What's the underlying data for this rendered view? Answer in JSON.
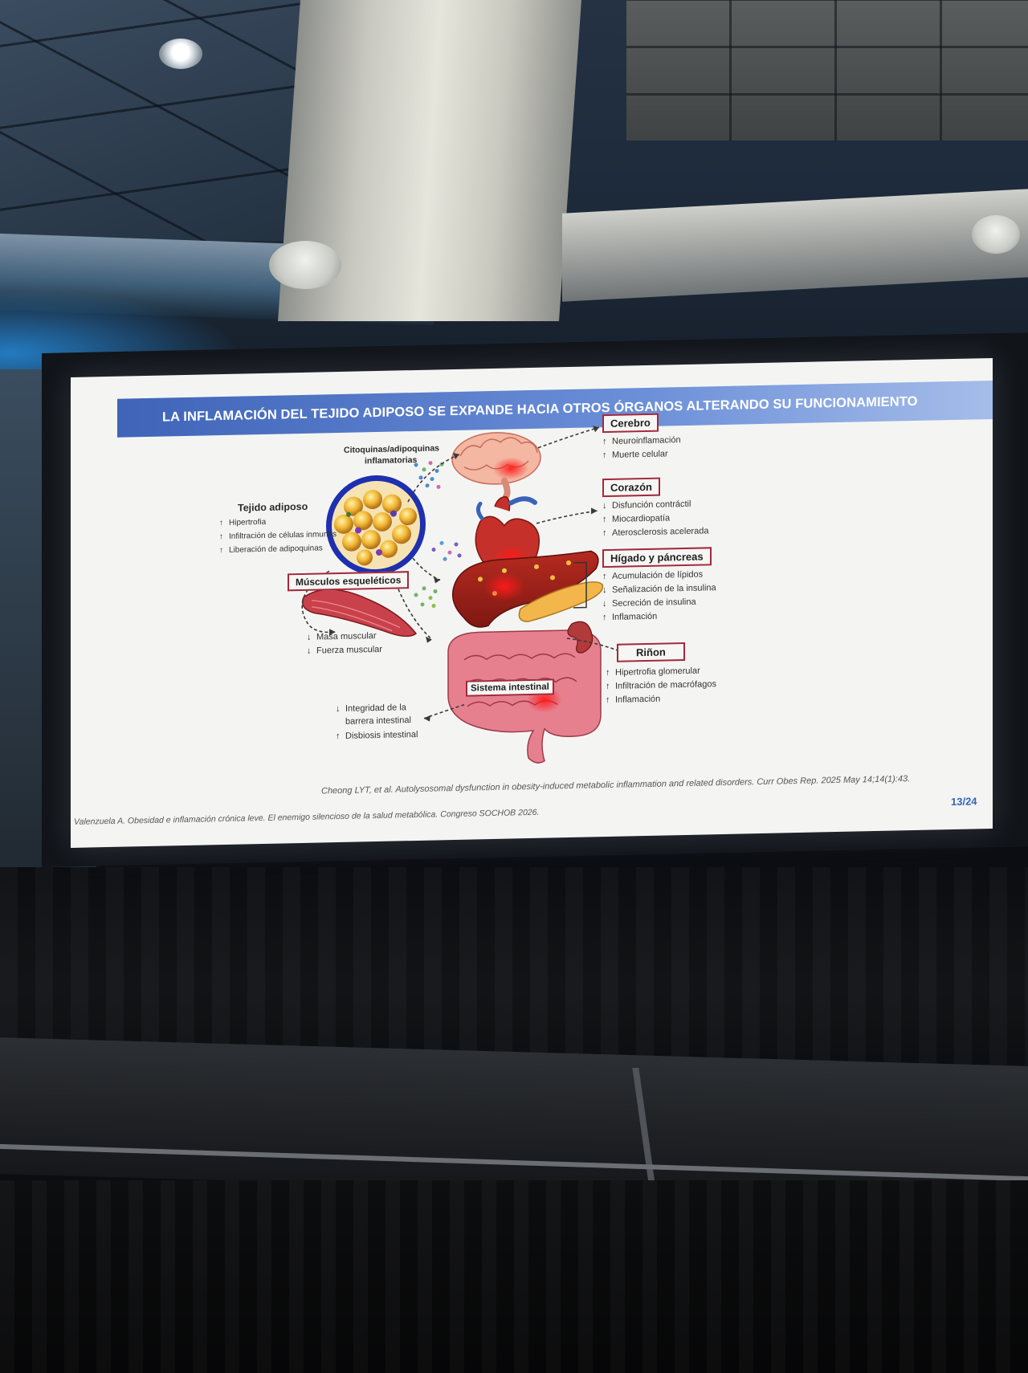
{
  "slide": {
    "title": "LA INFLAMACIÓN DEL TEJIDO ADIPOSO SE EXPANDE HACIA OTROS ÓRGANOS ALTERANDO SU FUNCIONAMIENTO",
    "cytokines_label_1": "Citoquinas/adipoquinas",
    "cytokines_label_2": "inflamatorias",
    "adipose": {
      "title": "Tejido adiposo",
      "items": [
        {
          "arrow": "↑",
          "text": "Hipertrofia"
        },
        {
          "arrow": "↑",
          "text": "Infiltración de células inmunes"
        },
        {
          "arrow": "↑",
          "text": "Liberación de adipoquinas"
        }
      ]
    },
    "muscle": {
      "title": "Músculos esqueléticos",
      "items": [
        {
          "arrow": "↓",
          "text": "Masa muscular"
        },
        {
          "arrow": "↓",
          "text": "Fuerza muscular"
        }
      ]
    },
    "brain": {
      "title": "Cerebro",
      "items": [
        {
          "arrow": "↑",
          "text": "Neuroinflamación"
        },
        {
          "arrow": "↑",
          "text": "Muerte celular"
        }
      ]
    },
    "heart": {
      "title": "Corazón",
      "items": [
        {
          "arrow": "↓",
          "text": "Disfunción contráctil"
        },
        {
          "arrow": "↑",
          "text": "Miocardiopatía"
        },
        {
          "arrow": "↑",
          "text": "Aterosclerosis acelerada"
        }
      ]
    },
    "liver": {
      "title": "Hígado y páncreas",
      "items": [
        {
          "arrow": "↑",
          "text": "Acumulación de lípidos"
        },
        {
          "arrow": "↓",
          "text": "Señalización de la insulina"
        },
        {
          "arrow": "↓",
          "text": "Secreción de insulina"
        },
        {
          "arrow": "↑",
          "text": "Inflamación"
        }
      ]
    },
    "kidney": {
      "title": "Riñon",
      "items": [
        {
          "arrow": "↑",
          "text": "Hipertrofia glomerular"
        },
        {
          "arrow": "↑",
          "text": "Infiltración de macrófagos"
        },
        {
          "arrow": "↑",
          "text": "Inflamación"
        }
      ]
    },
    "intestine": {
      "title": "Sistema intestinal",
      "items": [
        {
          "arrow": "↓",
          "text": "Integridad de la"
        },
        {
          "arrow": "",
          "text": "barrera intestinal"
        },
        {
          "arrow": "↑",
          "text": "Disbiosis intestinal"
        }
      ]
    },
    "reference": "Cheong LYT, et al. Autolysosomal dysfunction in obesity-induced metabolic inflammation and related disorders. Curr Obes Rep. 2025 May 14;14(1):43.",
    "footer": "Valenzuela A. Obesidad e inflamación crónica leve. El enemigo silencioso de la salud metabólica. Congreso SOCHOB 2026.",
    "page": "13/24"
  },
  "colors": {
    "title_bar": "#3f64b8",
    "box_border": "#a3283a",
    "page_number": "#3461b7"
  }
}
